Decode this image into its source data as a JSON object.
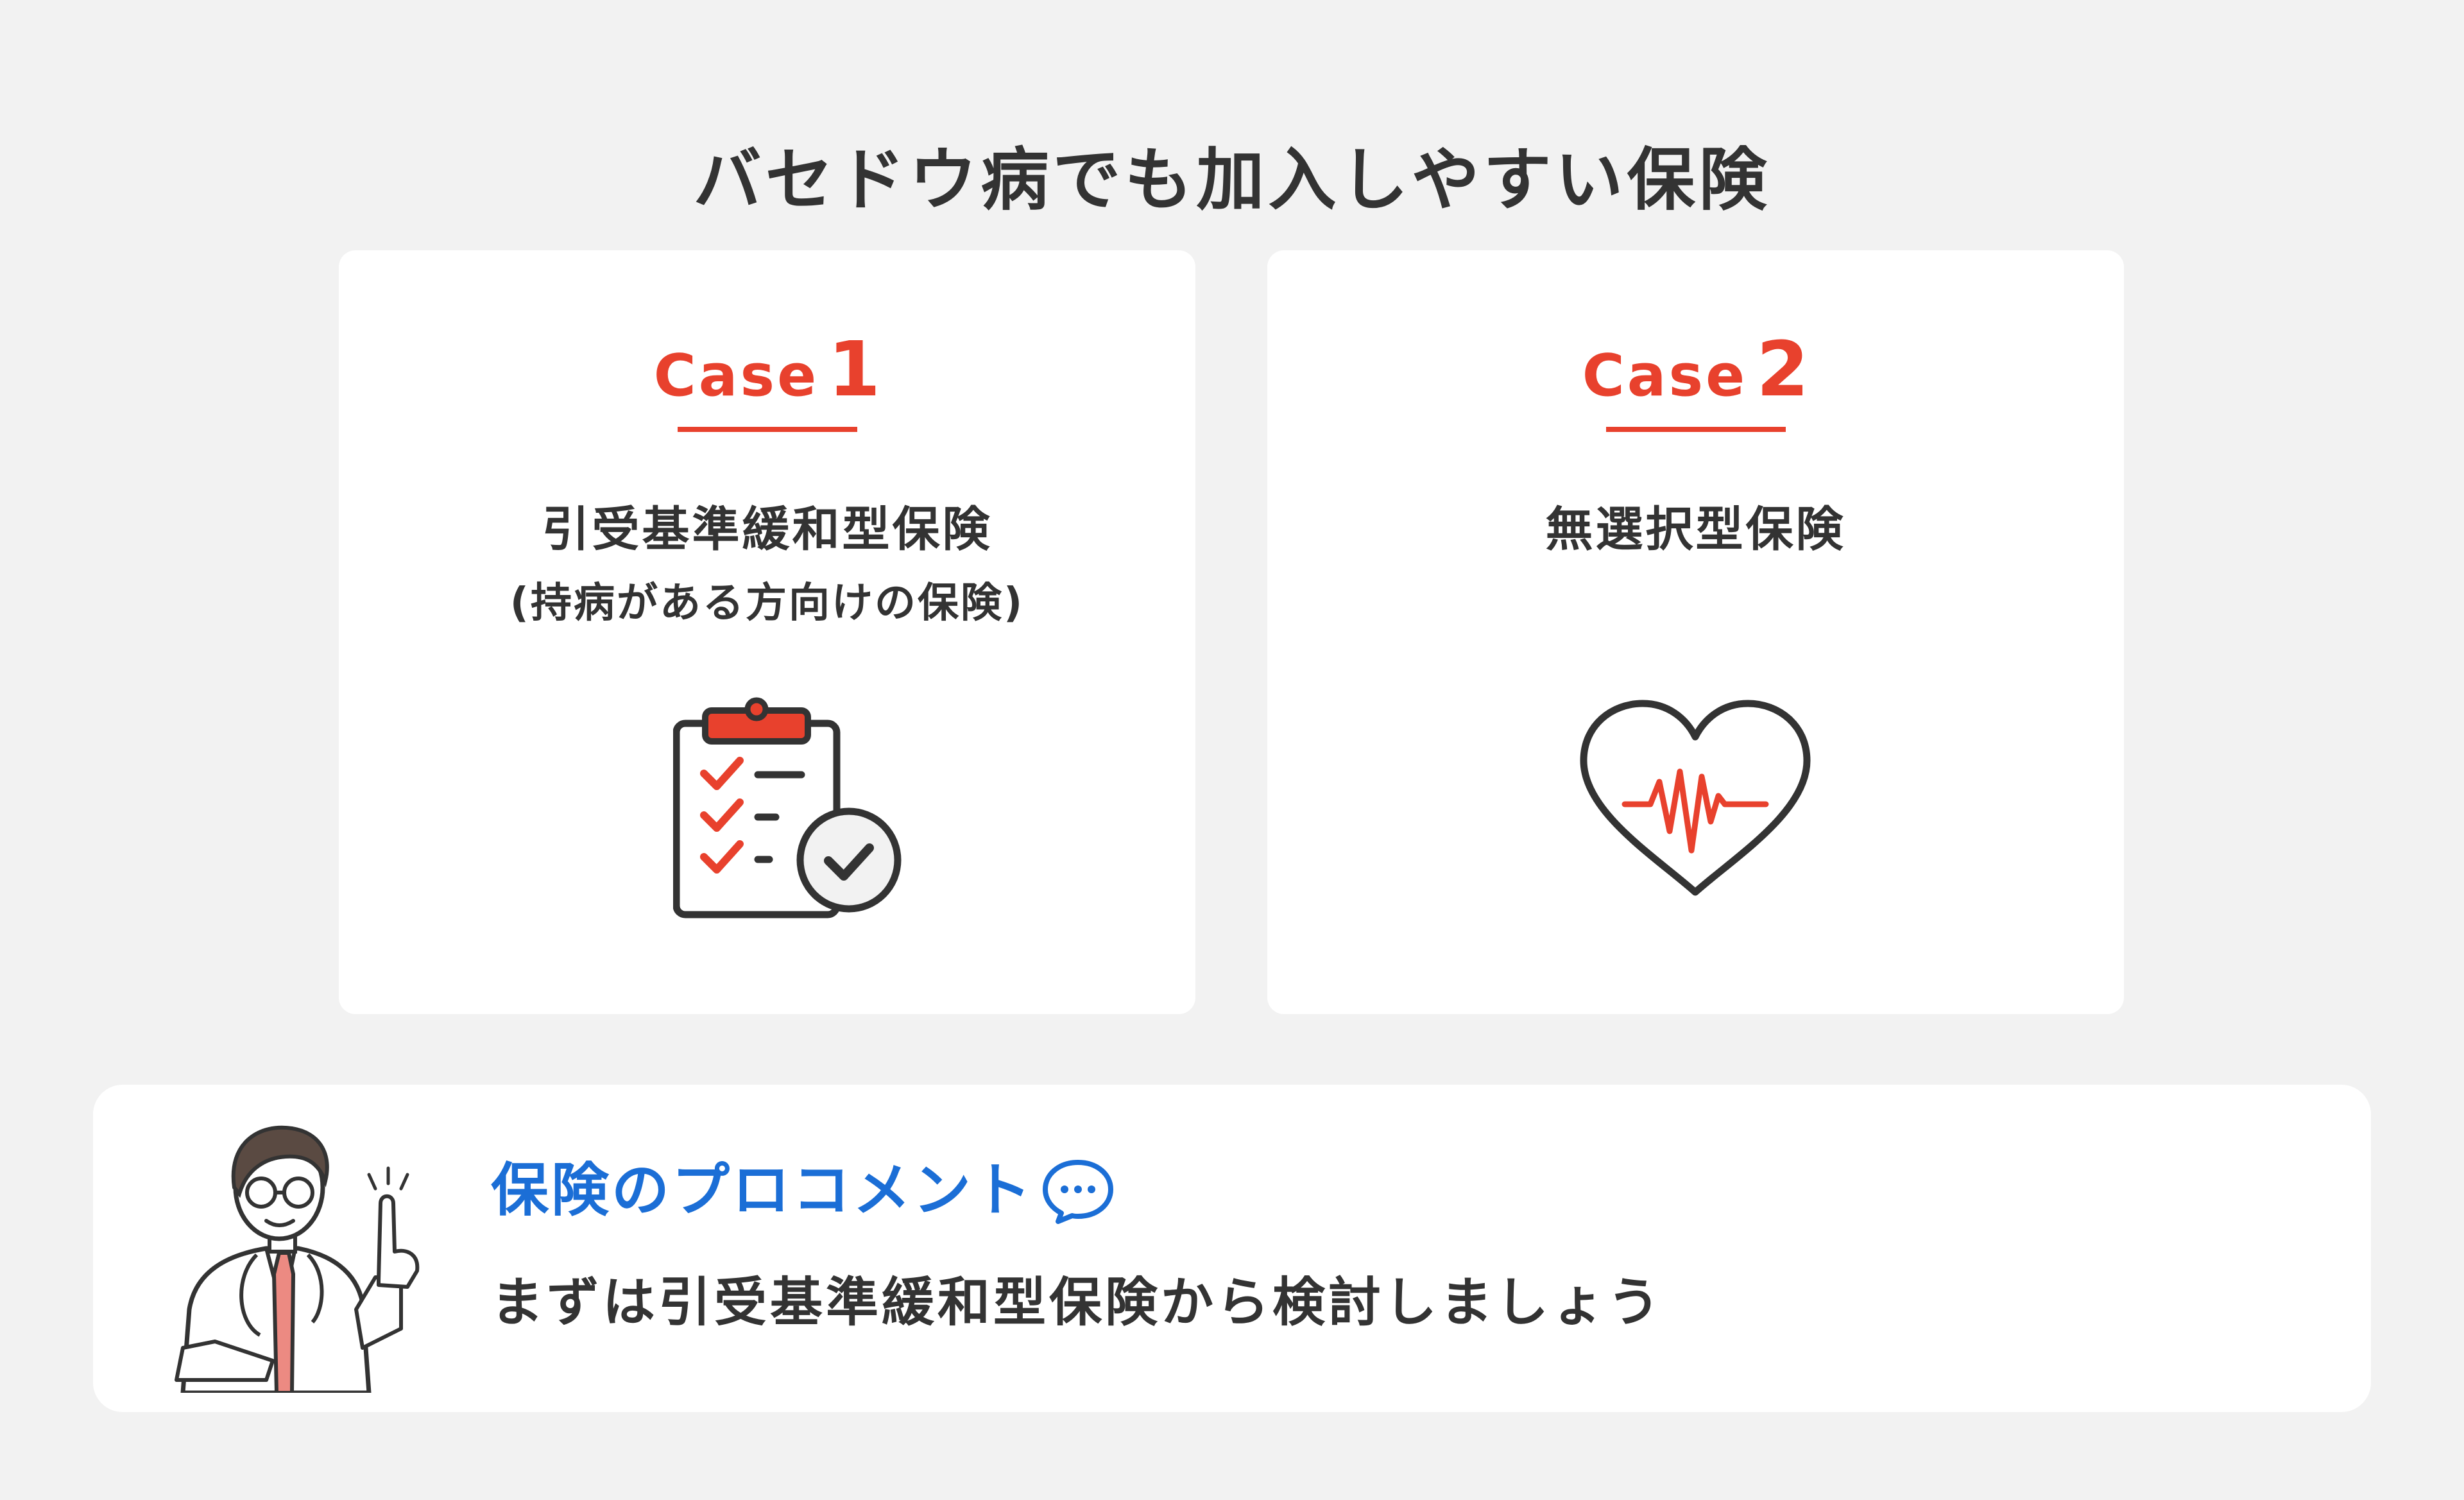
{
  "title": "バセドウ病でも加入しやすい保険",
  "cases": [
    {
      "case_word": "Case",
      "case_number": "1",
      "title": "引受基準緩和型保険",
      "subtitle": "(持病がある方向けの保険)",
      "icon": "clipboard-checklist-icon"
    },
    {
      "case_word": "Case",
      "case_number": "2",
      "title": "無選択型保険",
      "subtitle": "",
      "icon": "heart-pulse-icon"
    }
  ],
  "pro_comment": {
    "label": "保険のプロコメント",
    "icon": "speech-bubble-icon",
    "text": "まずは引受基準緩和型保険から検討しましょう",
    "illustration": "doctor-pointing-illustration"
  },
  "colors": {
    "background": "#f2f2f2",
    "card": "#ffffff",
    "accent_red": "#e8412d",
    "accent_blue": "#1b6ed6",
    "text": "#333333"
  }
}
